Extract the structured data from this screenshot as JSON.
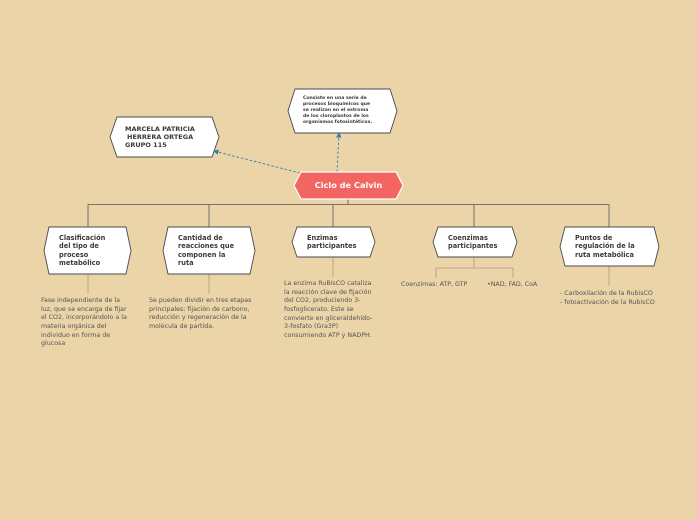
{
  "central": {
    "title": "Ciclo de Calvin"
  },
  "author": {
    "line1": "MARCELA PATRICIA",
    "line2": "HERRERA ORTEGA",
    "line3": "GRUPO 115"
  },
  "definition": {
    "line1": "Consiste en una serie de",
    "line2": "procesos bioquímicos que",
    "line3": "se realizan en el estroma",
    "line4": "de los cloroplastos de los",
    "line5": "organismos fotosintéticos."
  },
  "topics": [
    {
      "title": [
        "Clasificación",
        "del tipo de",
        "proceso",
        "metabólico"
      ],
      "note": [
        "Fase independiente de la",
        "luz, que se encarga de fijar",
        "el CO2, incorporándolo a la",
        "materia orgánica del",
        "individuo en forma de",
        "glucosa"
      ]
    },
    {
      "title": [
        "Cantidad de",
        "reacciones que",
        "componen la",
        "ruta"
      ],
      "note": [
        "Se pueden dividir en tres etapas",
        "principales: fijación de carbono,",
        "reducción y regeneración de la",
        "molécula de partida."
      ]
    },
    {
      "title": [
        "Enzimas",
        "participantes"
      ],
      "note": [
        "La enzima RuBisCO cataliza",
        "la reacción clave de fijación",
        "del CO2, produciendo 3-",
        "fosfoglicerato. Este se",
        "convierte en gliceraldehído-",
        "3-fosfato (Gra3P)",
        "consumiendo ATP y NADPH."
      ]
    },
    {
      "title": [
        "Coenzimas",
        "participantes"
      ],
      "subitems": [
        "Coenzimas: ATP, GTP",
        "•NAD, FAD, CoA"
      ]
    },
    {
      "title": [
        "Puntos de",
        "regulación de la",
        "ruta metabólica"
      ],
      "note": [
        "- Carboxilación de la RubisCO",
        "- fotoactivación de la RubisCO"
      ]
    }
  ],
  "colors": {
    "background": "#ead4a8",
    "central_fill": "#f26560",
    "node_fill": "#ffffff",
    "node_stroke": "#4a4a4a",
    "connector": "#555555",
    "dashed": "#2e7fb0",
    "note_line": "#a89a82"
  }
}
